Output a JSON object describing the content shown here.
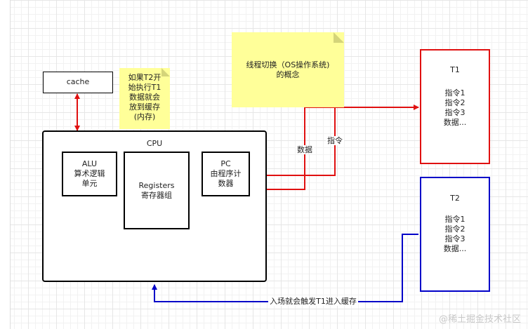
{
  "cache": {
    "label": "cache"
  },
  "cpu": {
    "title": "CPU",
    "alu": [
      "ALU",
      "算术逻辑",
      "单元"
    ],
    "registers": [
      "Registers",
      "寄存器组"
    ],
    "pc": [
      "PC",
      "由程序计",
      "数器"
    ]
  },
  "note_left": [
    "如果T2开",
    "始执行T1",
    "数据就会",
    "放到缓存",
    "(内存)"
  ],
  "note_top": [
    "线程切换（OS操作系统)",
    "的概念"
  ],
  "t1": {
    "title": "T1",
    "lines": [
      "指令1",
      "指令2",
      "指令3",
      "数据..."
    ]
  },
  "t2": {
    "title": "T2",
    "lines": [
      "指令1",
      "指令2",
      "指令3",
      "数据..."
    ]
  },
  "labels": {
    "data": "数据",
    "instr": "指令",
    "trigger": "入场就会触发T1进入缓存"
  },
  "watermark": "@稀土掘金技术社区",
  "colors": {
    "red": "#e01010",
    "blue": "#0000c8",
    "note": "#ffff99"
  }
}
